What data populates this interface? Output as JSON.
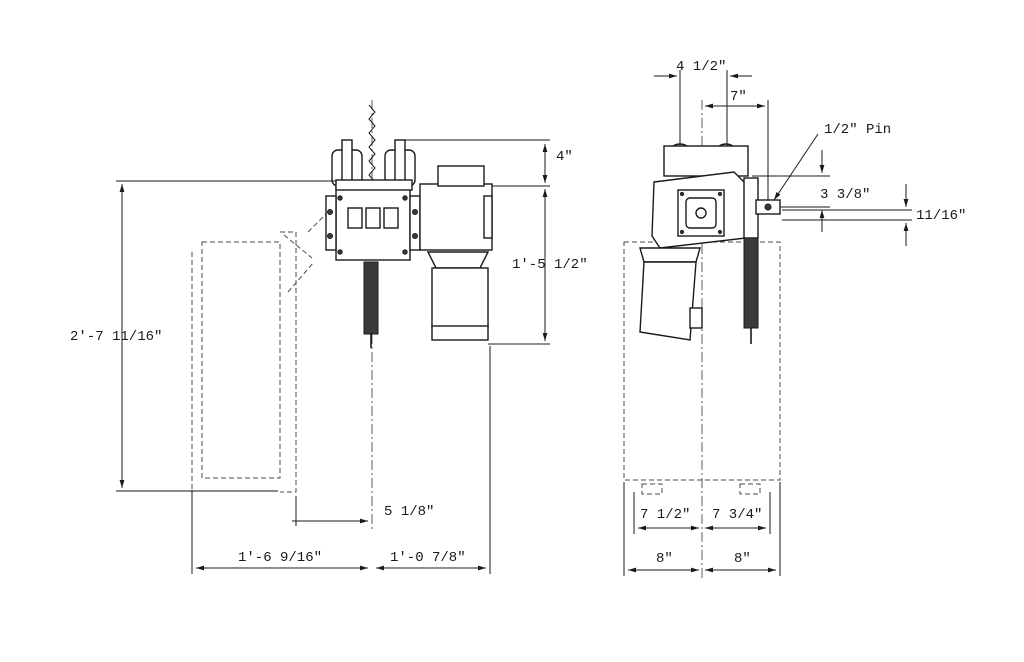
{
  "drawing": {
    "side_view": {
      "dimensions": {
        "overall_height": "2'-7 11/16\"",
        "top_to_beam": "4\"",
        "motor_height": "1'-5 1/2\"",
        "chain_offset": "5 1/8\"",
        "left_width": "1'-6 9/16\"",
        "right_width": "1'-0 7/8\""
      }
    },
    "end_view": {
      "dimensions": {
        "wheel_spacing": "4 1/2\"",
        "center_to_pin": "7\"",
        "pin_label": "1/2\" Pin",
        "pin_height": "3 3/8\"",
        "flange_thickness": "11/16\"",
        "left_half": "7 1/2\"",
        "right_half": "7 3/4\"",
        "left_width": "8\"",
        "right_width": "8\""
      }
    }
  }
}
